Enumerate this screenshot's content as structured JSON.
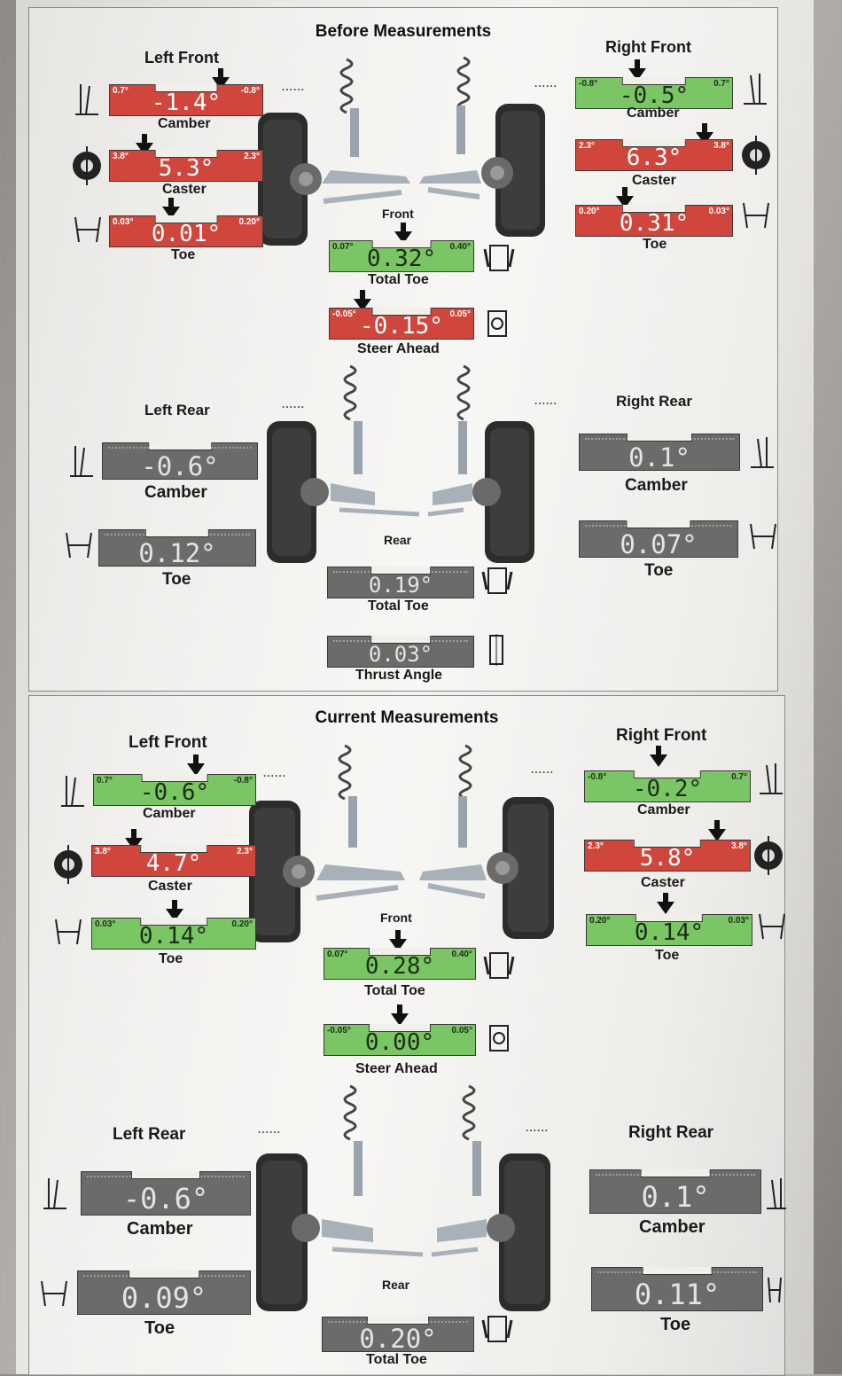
{
  "before": {
    "title": "Before Measurements",
    "left_front": {
      "label": "Left Front",
      "camber": {
        "value": "-1.4°",
        "min": "0.7°",
        "max": "-0.8°",
        "caption": "Camber"
      },
      "caster": {
        "value": "5.3°",
        "min": "3.8°",
        "max": "2.3°",
        "caption": "Caster"
      },
      "toe": {
        "value": "0.01°",
        "min": "0.03°",
        "max": "0.20°",
        "caption": "Toe"
      }
    },
    "right_front": {
      "label": "Right Front",
      "camber": {
        "value": "-0.5°",
        "min": "-0.8°",
        "max": "0.7°",
        "caption": "Camber"
      },
      "caster": {
        "value": "6.3°",
        "min": "2.3°",
        "max": "3.8°",
        "caption": "Caster"
      },
      "toe": {
        "value": "0.31°",
        "min": "0.20°",
        "max": "0.03°",
        "caption": "Toe"
      }
    },
    "front_label": "Front",
    "total_toe": {
      "value": "0.32°",
      "min": "0.07°",
      "max": "0.40°",
      "caption": "Total Toe"
    },
    "steer_ahead": {
      "value": "-0.15°",
      "min": "-0.05°",
      "max": "0.05°",
      "caption": "Steer Ahead"
    },
    "left_rear": {
      "label": "Left Rear",
      "camber": {
        "value": "-0.6°",
        "caption": "Camber"
      },
      "toe": {
        "value": "0.12°",
        "caption": "Toe"
      }
    },
    "right_rear": {
      "label": "Right Rear",
      "camber": {
        "value": "0.1°",
        "caption": "Camber"
      },
      "toe": {
        "value": "0.07°",
        "caption": "Toe"
      }
    },
    "rear_label": "Rear",
    "rear_total_toe": {
      "value": "0.19°",
      "caption": "Total Toe"
    },
    "thrust_angle": {
      "value": "0.03°",
      "caption": "Thrust Angle"
    }
  },
  "current": {
    "title": "Current Measurements",
    "left_front": {
      "label": "Left Front",
      "camber": {
        "value": "-0.6°",
        "min": "0.7°",
        "max": "-0.8°",
        "caption": "Camber"
      },
      "caster": {
        "value": "4.7°",
        "min": "3.8°",
        "max": "2.3°",
        "caption": "Caster"
      },
      "toe": {
        "value": "0.14°",
        "min": "0.03°",
        "max": "0.20°",
        "caption": "Toe"
      }
    },
    "right_front": {
      "label": "Right Front",
      "camber": {
        "value": "-0.2°",
        "min": "-0.8°",
        "max": "0.7°",
        "caption": "Camber"
      },
      "caster": {
        "value": "5.8°",
        "min": "2.3°",
        "max": "3.8°",
        "caption": "Caster"
      },
      "toe": {
        "value": "0.14°",
        "min": "0.20°",
        "max": "0.03°",
        "caption": "Toe"
      }
    },
    "front_label": "Front",
    "total_toe": {
      "value": "0.28°",
      "min": "0.07°",
      "max": "0.40°",
      "caption": "Total Toe"
    },
    "steer_ahead": {
      "value": "0.00°",
      "min": "-0.05°",
      "max": "0.05°",
      "caption": "Steer Ahead"
    },
    "left_rear": {
      "label": "Left Rear",
      "camber": {
        "value": "-0.6°",
        "caption": "Camber"
      },
      "toe": {
        "value": "0.09°",
        "caption": "Toe"
      }
    },
    "right_rear": {
      "label": "Right Rear",
      "camber": {
        "value": "0.1°",
        "caption": "Camber"
      },
      "toe": {
        "value": "0.11°",
        "caption": "Toe"
      }
    },
    "rear_label": "Rear",
    "rear_total_toe": {
      "value": "0.20°",
      "caption": "Total Toe"
    }
  },
  "dots": "......",
  "colors": {
    "out_of_spec": "#d0463c",
    "in_spec": "#7ac564",
    "no_spec": "#6b6b69"
  }
}
